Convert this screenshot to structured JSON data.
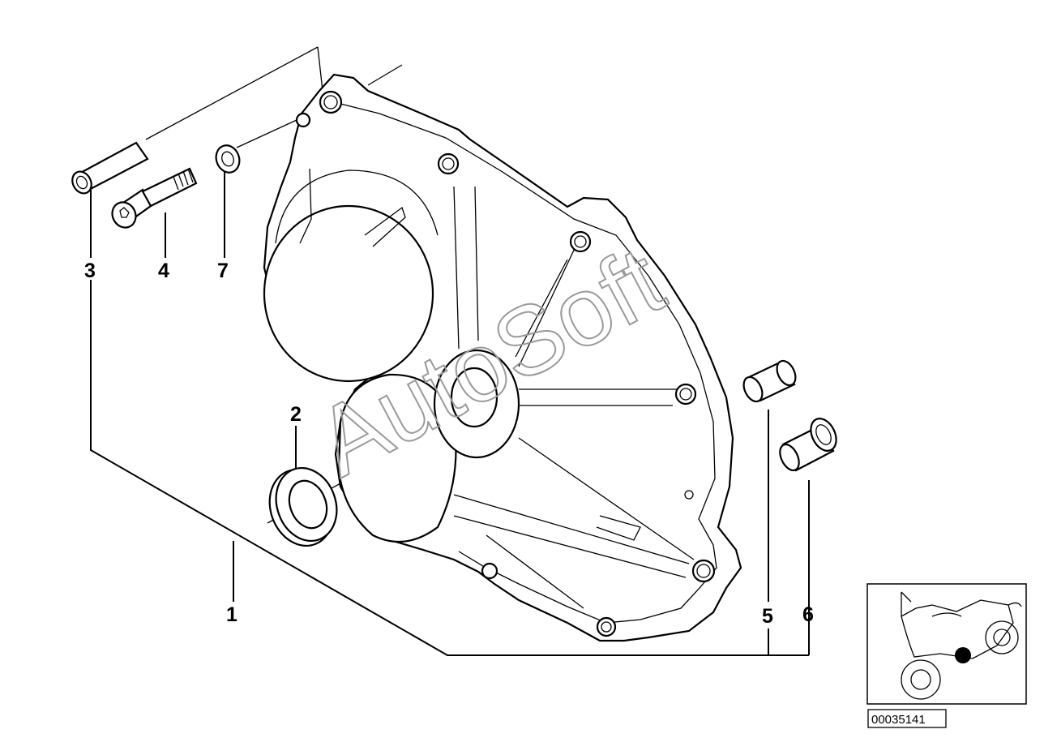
{
  "diagram": {
    "part_labels": [
      "1",
      "2",
      "3",
      "4",
      "5",
      "6",
      "7"
    ],
    "reference_code": "00035141",
    "watermark": "AutoSoft"
  }
}
